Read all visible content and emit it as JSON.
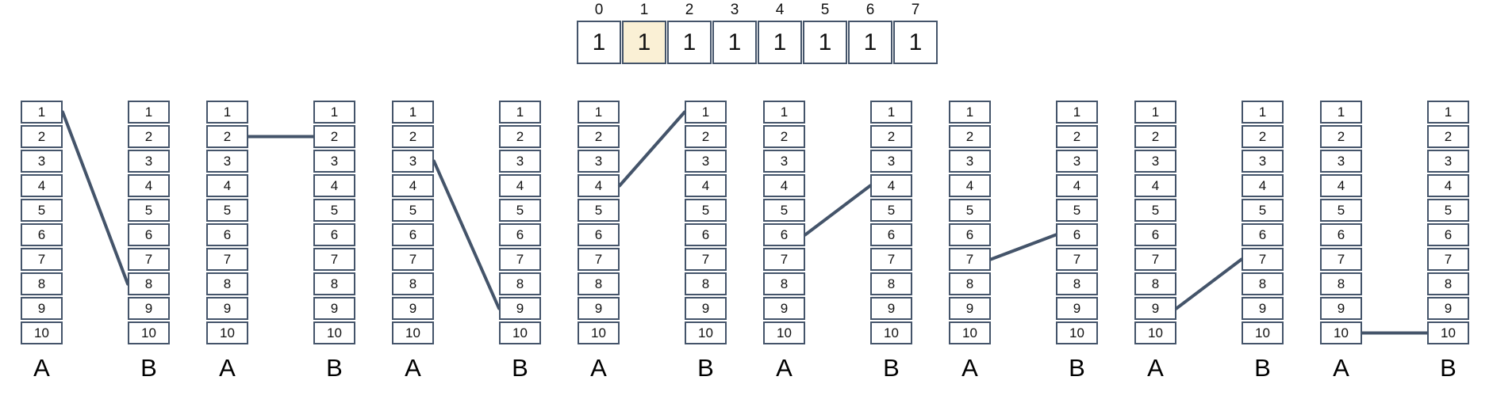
{
  "top_array": {
    "indices": [
      "0",
      "1",
      "2",
      "3",
      "4",
      "5",
      "6",
      "7"
    ],
    "values": [
      "1",
      "1",
      "1",
      "1",
      "1",
      "1",
      "1",
      "1"
    ],
    "highlighted_index": 1
  },
  "columns": {
    "cell_values": [
      "1",
      "2",
      "3",
      "4",
      "5",
      "6",
      "7",
      "8",
      "9",
      "10"
    ],
    "label_a": "A",
    "label_b": "B"
  },
  "pairs": [
    {
      "from": 1,
      "to": 8
    },
    {
      "from": 2,
      "to": 2
    },
    {
      "from": 3,
      "to": 9
    },
    {
      "from": 4,
      "to": 1
    },
    {
      "from": 6,
      "to": 4
    },
    {
      "from": 7,
      "to": 6
    },
    {
      "from": 9,
      "to": 7
    },
    {
      "from": 10,
      "to": 10
    }
  ],
  "colors": {
    "border": "#44546A",
    "line": "#44546A",
    "highlight": "#FAF0D5",
    "text": "#111111",
    "background": "#FFFFFF"
  }
}
